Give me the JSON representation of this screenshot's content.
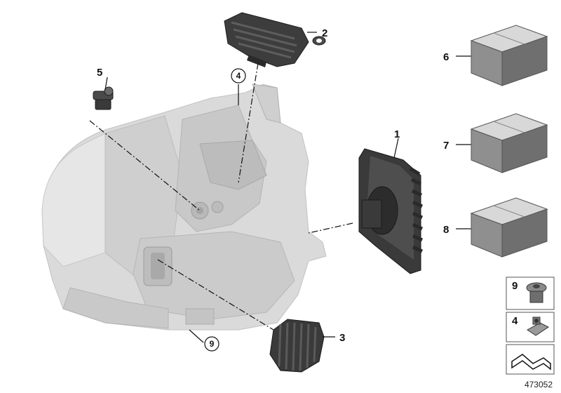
{
  "callouts": {
    "c1": "1",
    "c2": "2",
    "c3": "3",
    "c4": "4",
    "c5": "5",
    "c6": "6",
    "c7": "7",
    "c8": "8",
    "c9": "9"
  },
  "legend": {
    "row9": "9",
    "row4": "4"
  },
  "document_number": "473052",
  "colors": {
    "housing": "#d6d6d6",
    "housing_shade": "#bdbdbd",
    "dark_part": "#3a3a3a",
    "box_top": "#d8d8d8",
    "box_front": "#8f8f8f",
    "box_side": "#6f6f6f"
  }
}
